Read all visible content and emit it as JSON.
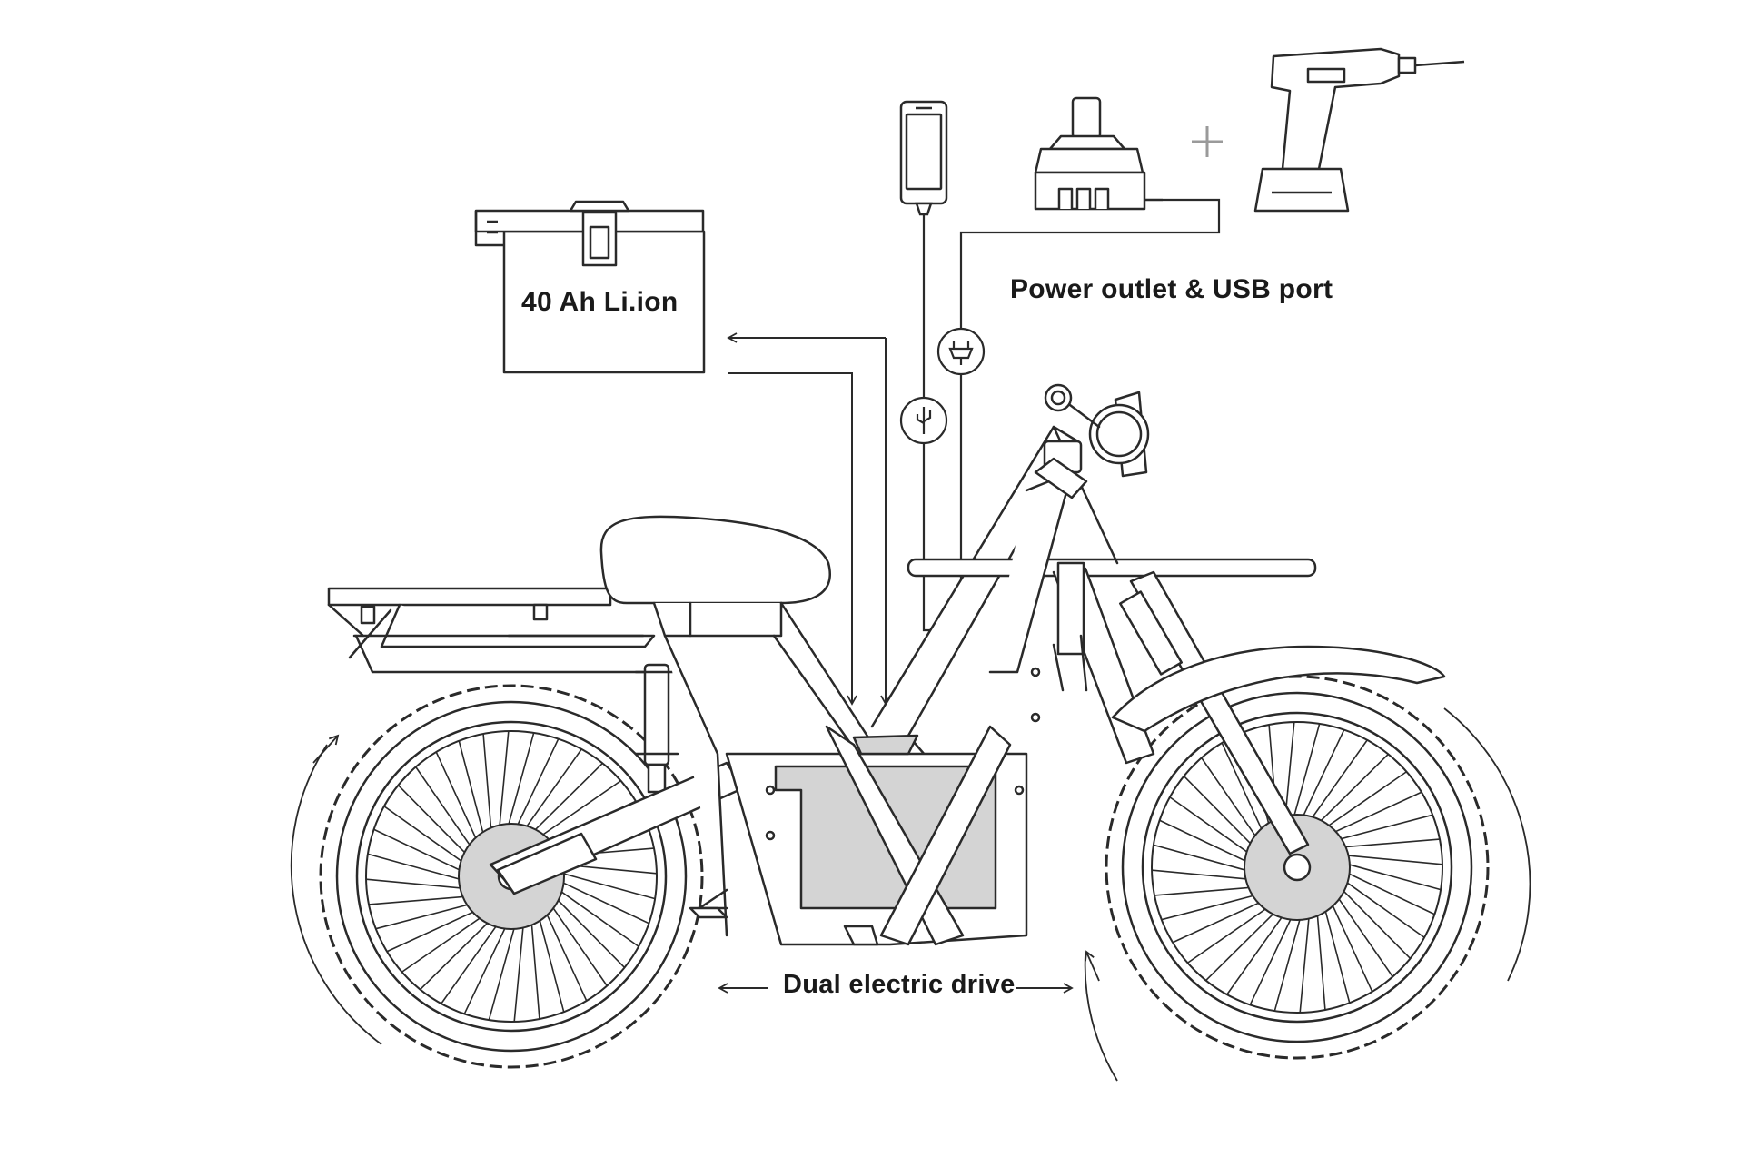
{
  "labels": {
    "battery": "40 Ah Li.ion",
    "power": "Power outlet & USB port",
    "drive": "Dual electric drive"
  },
  "icons": [
    "smartphone-icon",
    "charger-dock-icon",
    "plus-icon",
    "drill-icon",
    "usb-icon",
    "plug-icon"
  ],
  "colors": {
    "line": "#2a2a2a",
    "fill": "#d4d4d4",
    "background": "#ffffff"
  }
}
